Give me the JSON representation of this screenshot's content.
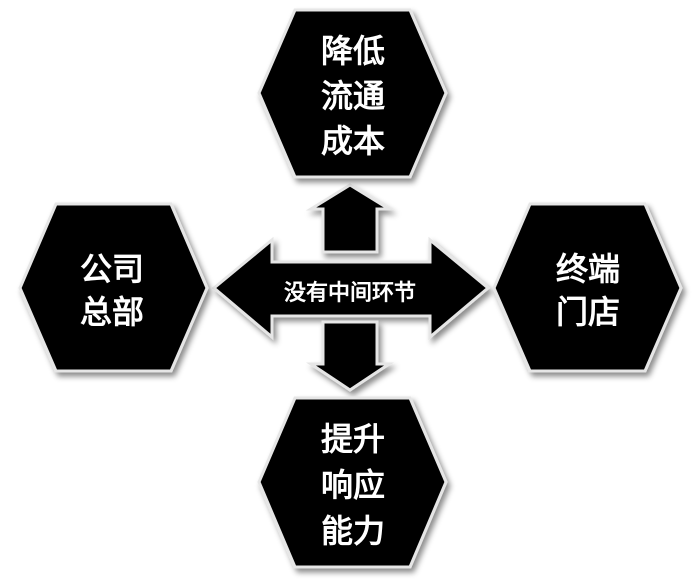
{
  "diagram": {
    "center": {
      "label": "没有中间环节"
    },
    "nodes": {
      "top": {
        "lines": [
          "降低",
          "流通",
          "成本"
        ]
      },
      "left": {
        "lines": [
          "公司",
          "总部"
        ]
      },
      "right": {
        "lines": [
          "终端",
          "门店"
        ]
      },
      "bottom": {
        "lines": [
          "提升",
          "响应",
          "能力"
        ]
      }
    },
    "colors": {
      "fill": "#000000",
      "stroke": "#e6e6e6",
      "text": "#ffffff",
      "background": "#ffffff"
    }
  }
}
